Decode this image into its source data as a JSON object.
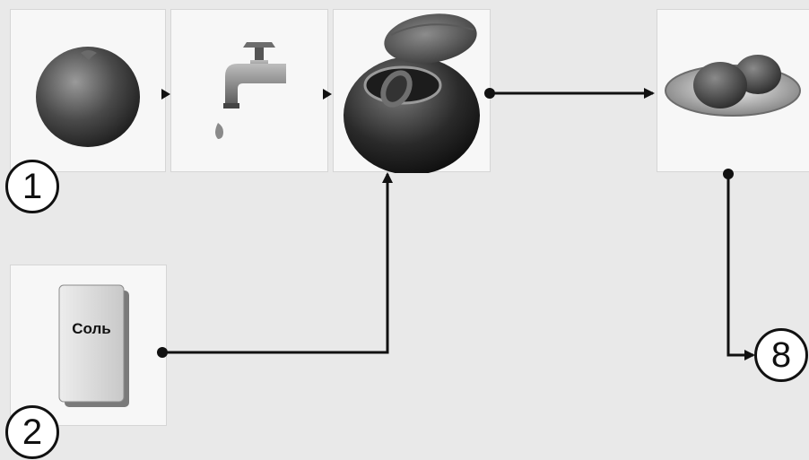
{
  "diagram": {
    "steps": [
      {
        "id": "tomato",
        "image": "tomato-icon"
      },
      {
        "id": "washing",
        "image": "water-tap-icon"
      },
      {
        "id": "pickling",
        "image": "pickling-pot-icon"
      },
      {
        "id": "serving",
        "image": "plate-with-tomatoes-icon"
      },
      {
        "id": "salt",
        "image": "salt-pack-icon"
      }
    ],
    "badges": {
      "one": "1",
      "two": "2",
      "eight": "8"
    },
    "salt_label": "Соль",
    "colors": {
      "background": "#e9e9e9",
      "card": "#f7f7f7",
      "line": "#111111"
    }
  }
}
